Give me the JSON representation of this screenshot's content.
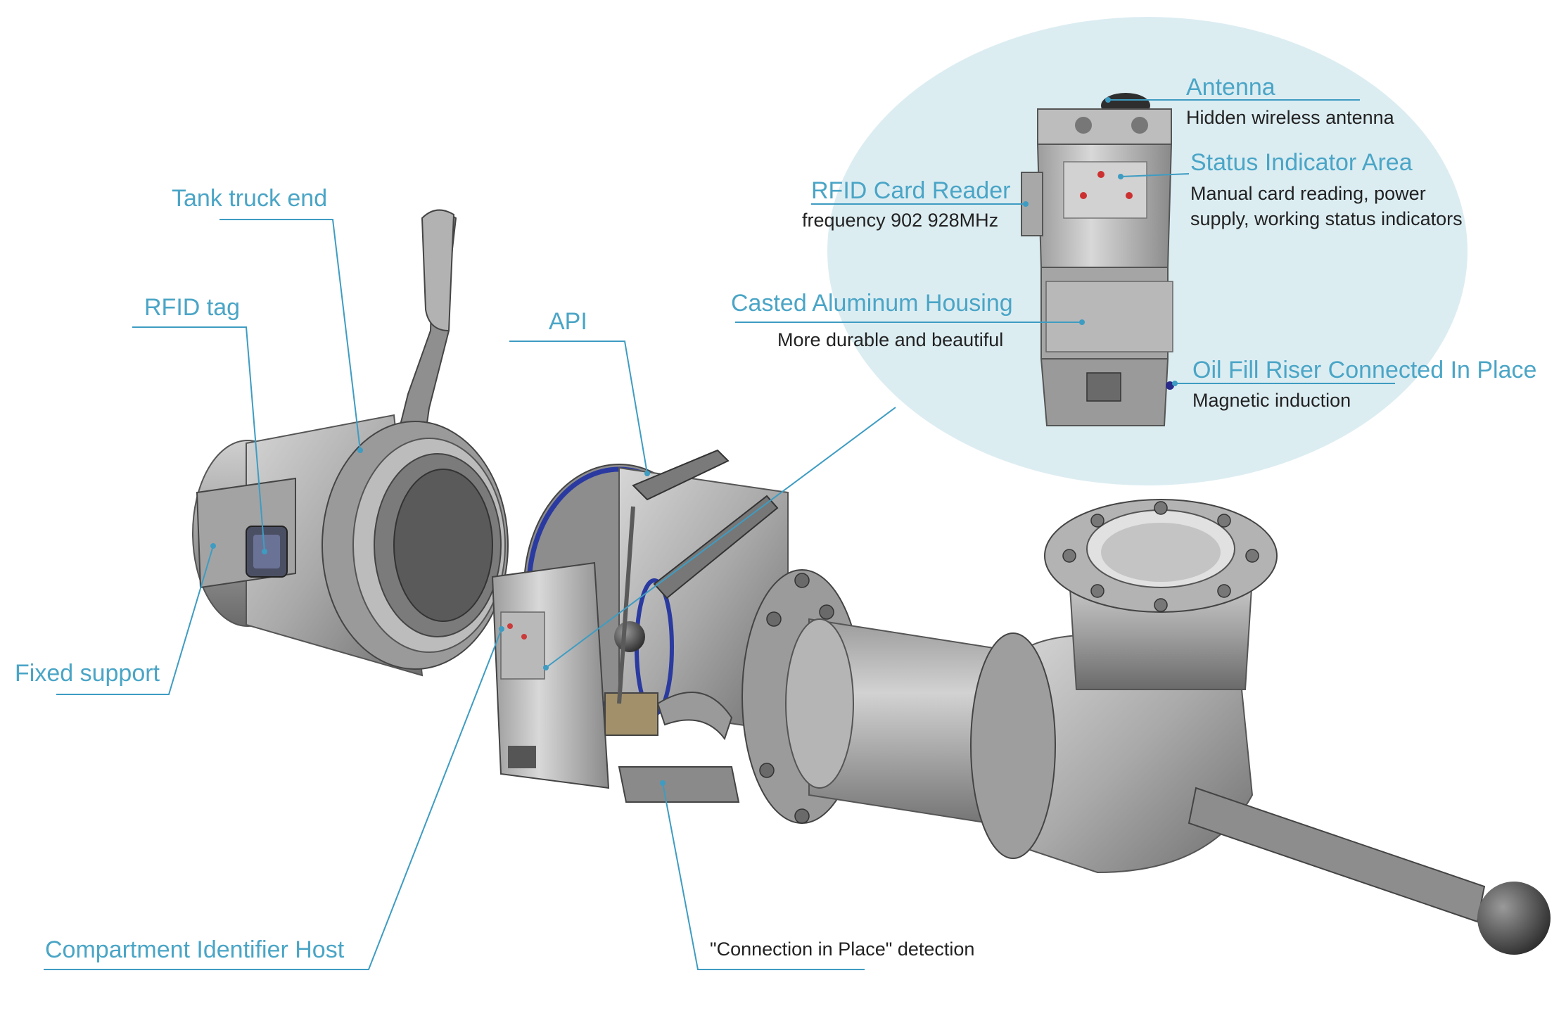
{
  "colors": {
    "accent": "#4aa5c6",
    "leader_line": "#3e9cc2",
    "bubble": "#dcedf2",
    "metal": "#a6a6a6",
    "ring_blue": "#2a3aa0"
  },
  "labels": {
    "tank_truck_end": "Tank truck end",
    "rfid_tag": "RFID tag",
    "api": "API",
    "fixed_support": "Fixed support",
    "compartment_identifier_host": "Compartment Identifier Host",
    "connection_in_place": "\"Connection in Place\" detection"
  },
  "callouts": {
    "antenna": {
      "title": "Antenna",
      "desc": "Hidden wireless antenna"
    },
    "status_indicator": {
      "title": "Status Indicator Area",
      "desc_line1": "Manual card reading, power",
      "desc_line2": "supply, working status indicators"
    },
    "rfid_reader": {
      "title": "RFID Card Reader",
      "desc": "frequency 902 928MHz"
    },
    "housing": {
      "title": "Casted Aluminum Housing",
      "desc": "More durable and beautiful"
    },
    "oil_fill": {
      "title": "Oil Fill Riser Connected In Place",
      "desc": "Magnetic induction"
    }
  },
  "icons": [
    "tank-coupler-illustration",
    "api-coupler-illustration",
    "identifier-host-illustration",
    "elbow-valve-illustration",
    "reader-device-illustration"
  ]
}
